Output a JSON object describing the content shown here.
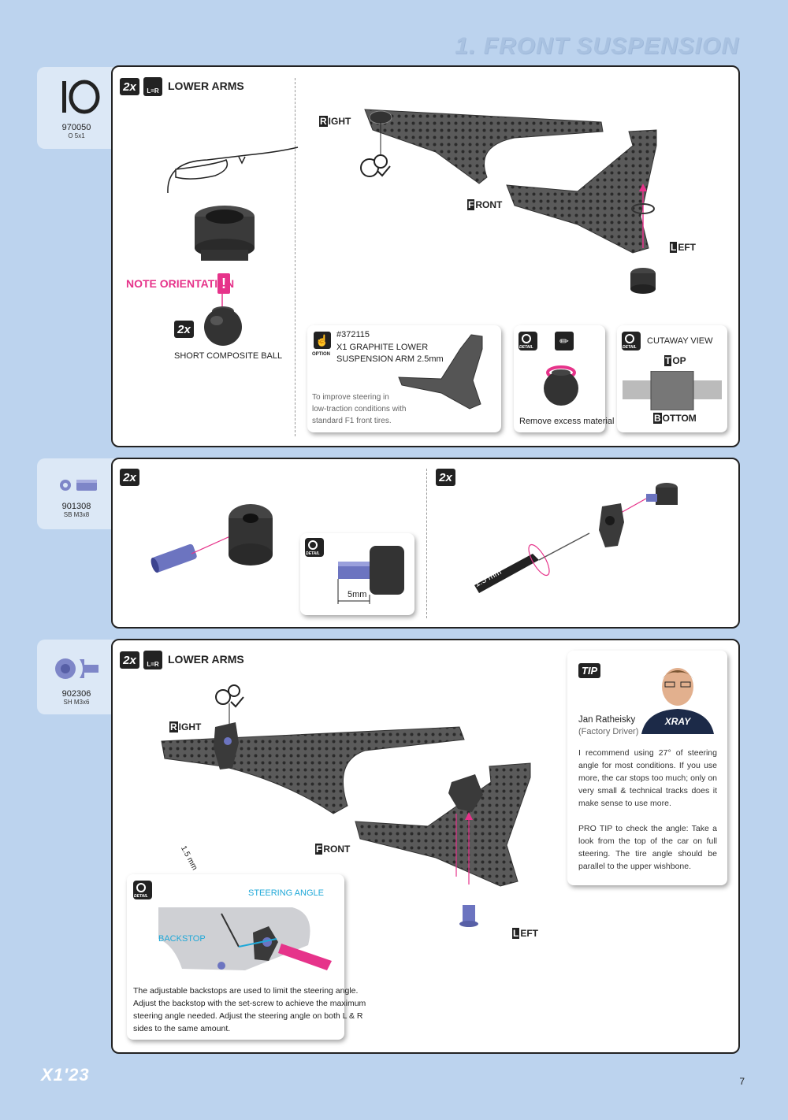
{
  "header": {
    "title": "1. FRONT SUSPENSION"
  },
  "parts": [
    {
      "number": "970050",
      "desc": "O 5x1",
      "icon": "o-ring-icon"
    },
    {
      "number": "901308",
      "desc": "SB M3x8",
      "icon": "screw-bushing-icon"
    },
    {
      "number": "902306",
      "desc": "SH M3x6",
      "icon": "screw-icon"
    }
  ],
  "step1": {
    "qty": "2x",
    "lr": "L=R",
    "label": "LOWER ARMS",
    "note_orientation": "NOTE ORIENTATION",
    "ball_qty": "2x",
    "ball_label": "SHORT COMPOSITE BALL",
    "right_cap": "R",
    "right_rest": "IGHT",
    "front_cap": "F",
    "front_rest": "RONT",
    "left_cap": "L",
    "left_rest": "EFT",
    "option": {
      "tag": "OPTION",
      "part": "#372115",
      "name_line1": "X1 GRAPHITE LOWER",
      "name_line2": "SUSPENSION ARM 2.5mm",
      "desc_line1": "To improve steering in",
      "desc_line2": "low-traction conditions with",
      "desc_line3": "standard F1 front tires."
    },
    "detail_remove": {
      "icon_text": "DETAIL",
      "caption": "Remove excess material"
    },
    "cutaway": {
      "icon_text": "DETAIL",
      "title": "CUTAWAY VIEW",
      "top_cap": "T",
      "top_rest": "OP",
      "bottom_cap": "B",
      "bottom_rest": "OTTOM"
    }
  },
  "step2": {
    "qty_left": "2x",
    "qty_right": "2x",
    "detail_icon_text": "DETAIL",
    "dimension": "5mm",
    "tool": "1.5 mm"
  },
  "step3": {
    "qty": "2x",
    "lr": "L=R",
    "label": "LOWER ARMS",
    "right_cap": "R",
    "right_rest": "IGHT",
    "front_cap": "F",
    "front_rest": "RONT",
    "left_cap": "L",
    "left_rest": "EFT",
    "detail": {
      "icon_text": "DETAIL",
      "steering_angle": "STEERING ANGLE",
      "backstop": "BACKSTOP",
      "tool": "1.5 mm",
      "text_line1": "The adjustable backstops are used to limit the steering angle.",
      "text_line2": "Adjust the backstop with the set-screw to achieve the maximum",
      "text_line3": "steering angle needed. Adjust the steering angle on both L & R",
      "text_line4": "sides to the same amount."
    },
    "tip": {
      "tag": "TIP",
      "name": "Jan Ratheisky",
      "role": "(Factory Driver)",
      "shirt": "XRAY",
      "para1": "I recommend using 27° of steering angle for most conditions. If you use more, the car stops too much; only on very small & technical tracks does it make sense to use more.",
      "para2": "PRO TIP to check the angle: Take a look from the top of the car on full steering. The tire angle should be parallel to the upper wishbone."
    }
  },
  "footer": {
    "logo": "X1'23",
    "page": "7"
  },
  "colors": {
    "accent": "#e6338a",
    "cyan": "#1fa8d8",
    "background": "#bcd3ee",
    "tab": "#dce8f6"
  }
}
